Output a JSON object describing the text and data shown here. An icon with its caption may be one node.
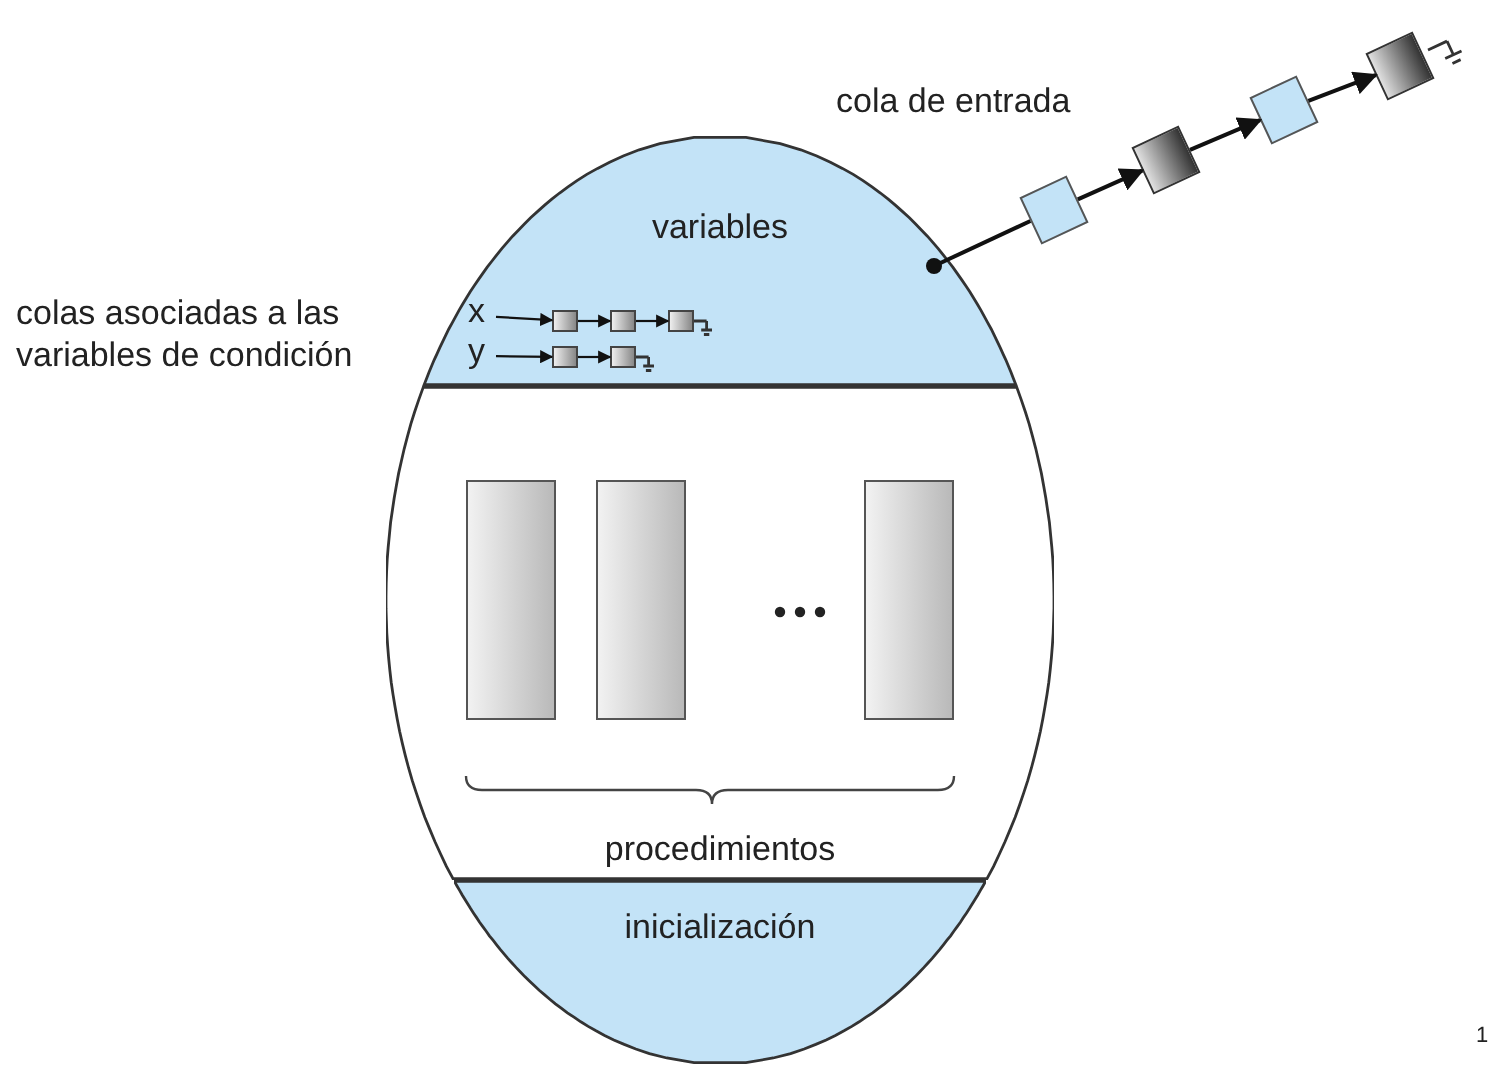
{
  "diagram": {
    "nodes": [
      {
        "text": [
          "variables"
        ]
      },
      {
        "text": [
          "x"
        ],
        "in": 0
      },
      {
        "text": [],
        "shape": "box",
        "in": 0
      },
      {
        "text": [],
        "shape": "box",
        "in": 0
      },
      {
        "text": [],
        "shape": "box",
        "in": 0
      },
      {
        "text": [
          "y"
        ],
        "in": 0
      },
      {
        "text": [],
        "shape": "box",
        "in": 0
      },
      {
        "text": [],
        "shape": "box",
        "in": 0
      },
      {
        "text": [
          "procedimientos"
        ]
      },
      {
        "text": [],
        "shape": "box",
        "in": 8
      },
      {
        "text": [],
        "shape": "box",
        "in": 8
      },
      {
        "text": [],
        "shape": "box",
        "in": 8
      },
      {
        "text": [
          "inicialización"
        ]
      },
      {
        "text": [],
        "shape": "box"
      },
      {
        "text": [],
        "shape": "box"
      },
      {
        "text": [],
        "shape": "box"
      },
      {
        "text": [],
        "shape": "box"
      }
    ],
    "edges": [
      {
        "from": 1,
        "to": 2,
        "arrow": "to"
      },
      {
        "from": 2,
        "to": 3,
        "arrow": "to"
      },
      {
        "from": 3,
        "to": 4,
        "arrow": "to"
      },
      {
        "from": 5,
        "to": 6,
        "arrow": "to"
      },
      {
        "from": 6,
        "to": 7,
        "arrow": "to"
      },
      {
        "from": 0,
        "to": 13,
        "arrow": "other"
      },
      {
        "from": 13,
        "to": 14,
        "arrow": "to"
      },
      {
        "from": 14,
        "to": 15,
        "arrow": "to"
      },
      {
        "from": 15,
        "to": 16,
        "arrow": "to"
      }
    ],
    "labels": [
      "cola de entrada",
      "colas asociadas a las variables de condición",
      "1"
    ]
  }
}
